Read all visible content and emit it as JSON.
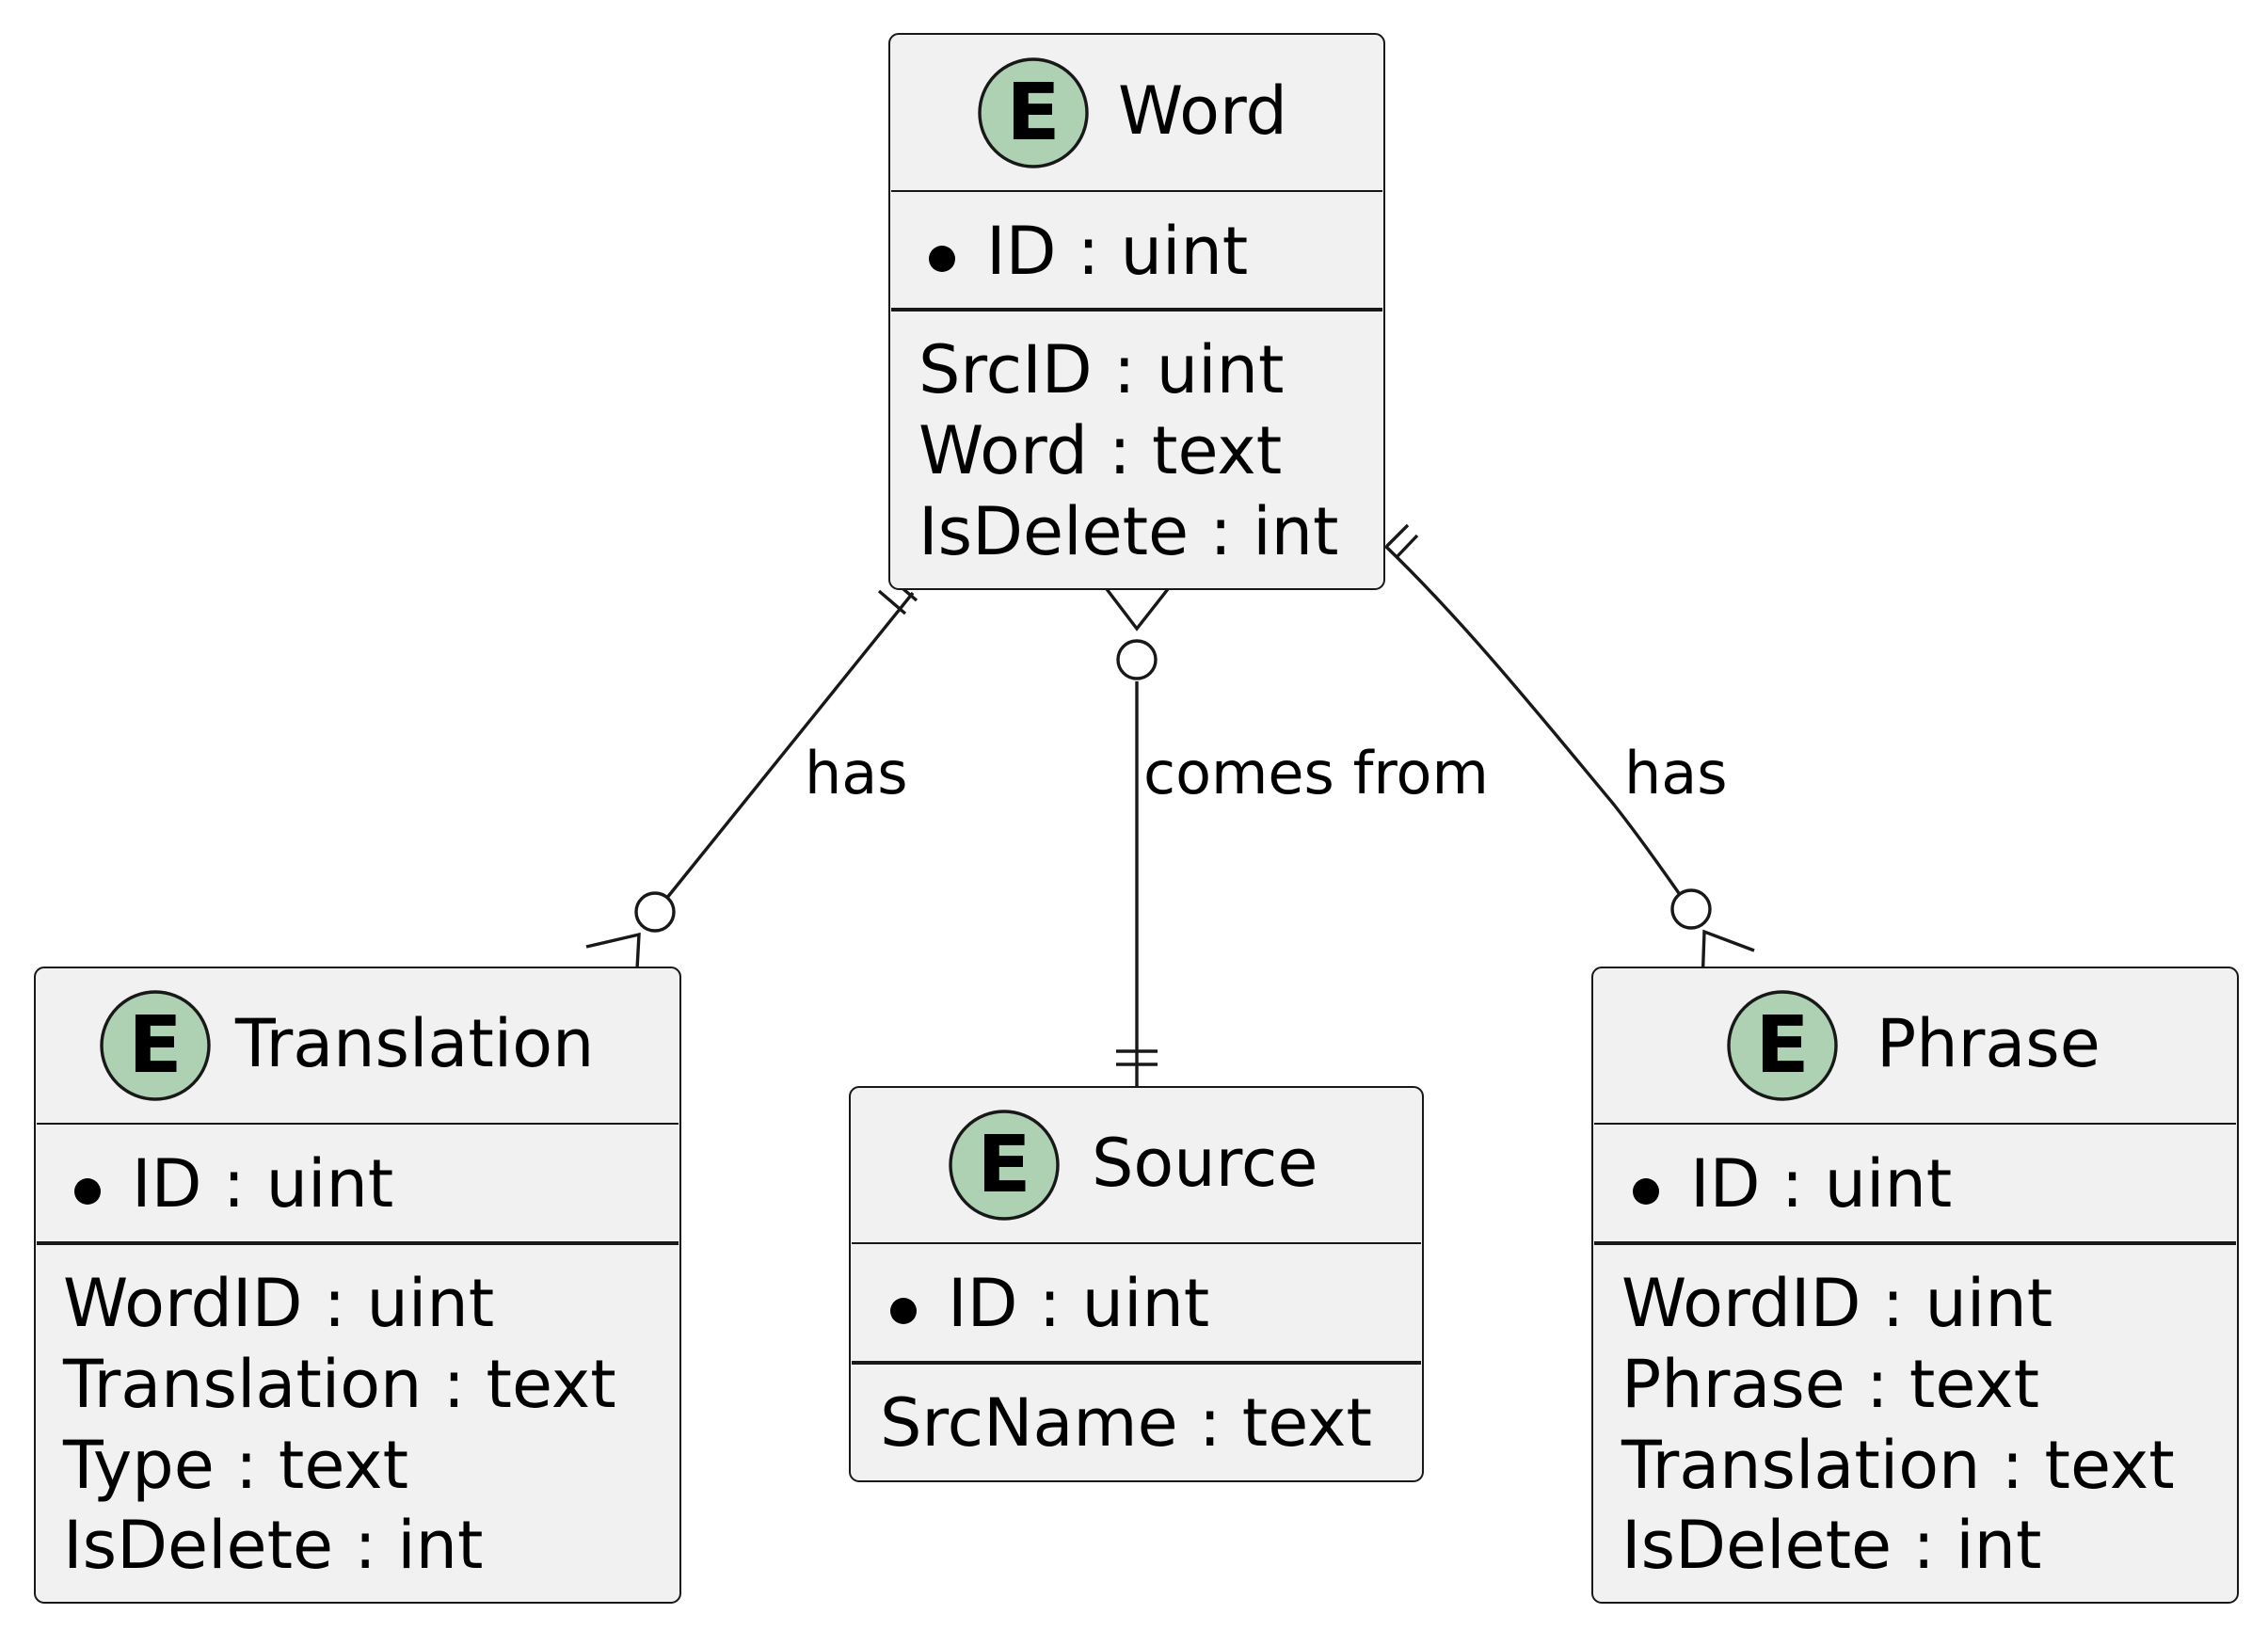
{
  "diagram": {
    "entities": {
      "word": {
        "name": "Word",
        "stereotype": "E",
        "key_fields": [
          "ID : uint"
        ],
        "fields": [
          "SrcID : uint",
          "Word : text",
          "IsDelete : int"
        ]
      },
      "translation": {
        "name": "Translation",
        "stereotype": "E",
        "key_fields": [
          "ID : uint"
        ],
        "fields": [
          "WordID : uint",
          "Translation : text",
          "Type : text",
          "IsDelete : int"
        ]
      },
      "source": {
        "name": "Source",
        "stereotype": "E",
        "key_fields": [
          "ID : uint"
        ],
        "fields": [
          "SrcName : text"
        ]
      },
      "phrase": {
        "name": "Phrase",
        "stereotype": "E",
        "key_fields": [
          "ID : uint"
        ],
        "fields": [
          "WordID : uint",
          "Phrase : text",
          "Translation : text",
          "IsDelete : int"
        ]
      }
    },
    "relations": {
      "word_translation": {
        "label": "has",
        "from": "Word",
        "to": "Translation",
        "from_cardinality": "exactly one",
        "to_cardinality": "zero or many"
      },
      "word_source": {
        "label": "comes from",
        "from": "Word",
        "to": "Source",
        "from_cardinality": "zero or many",
        "to_cardinality": "exactly one"
      },
      "word_phrase": {
        "label": "has",
        "from": "Word",
        "to": "Phrase",
        "from_cardinality": "exactly one",
        "to_cardinality": "zero or many"
      }
    },
    "colors": {
      "entity_fill": "#F1F1F1",
      "entity_border": "#181818",
      "stereotype_circle": "#ADD1B2",
      "line": "#181818"
    }
  }
}
